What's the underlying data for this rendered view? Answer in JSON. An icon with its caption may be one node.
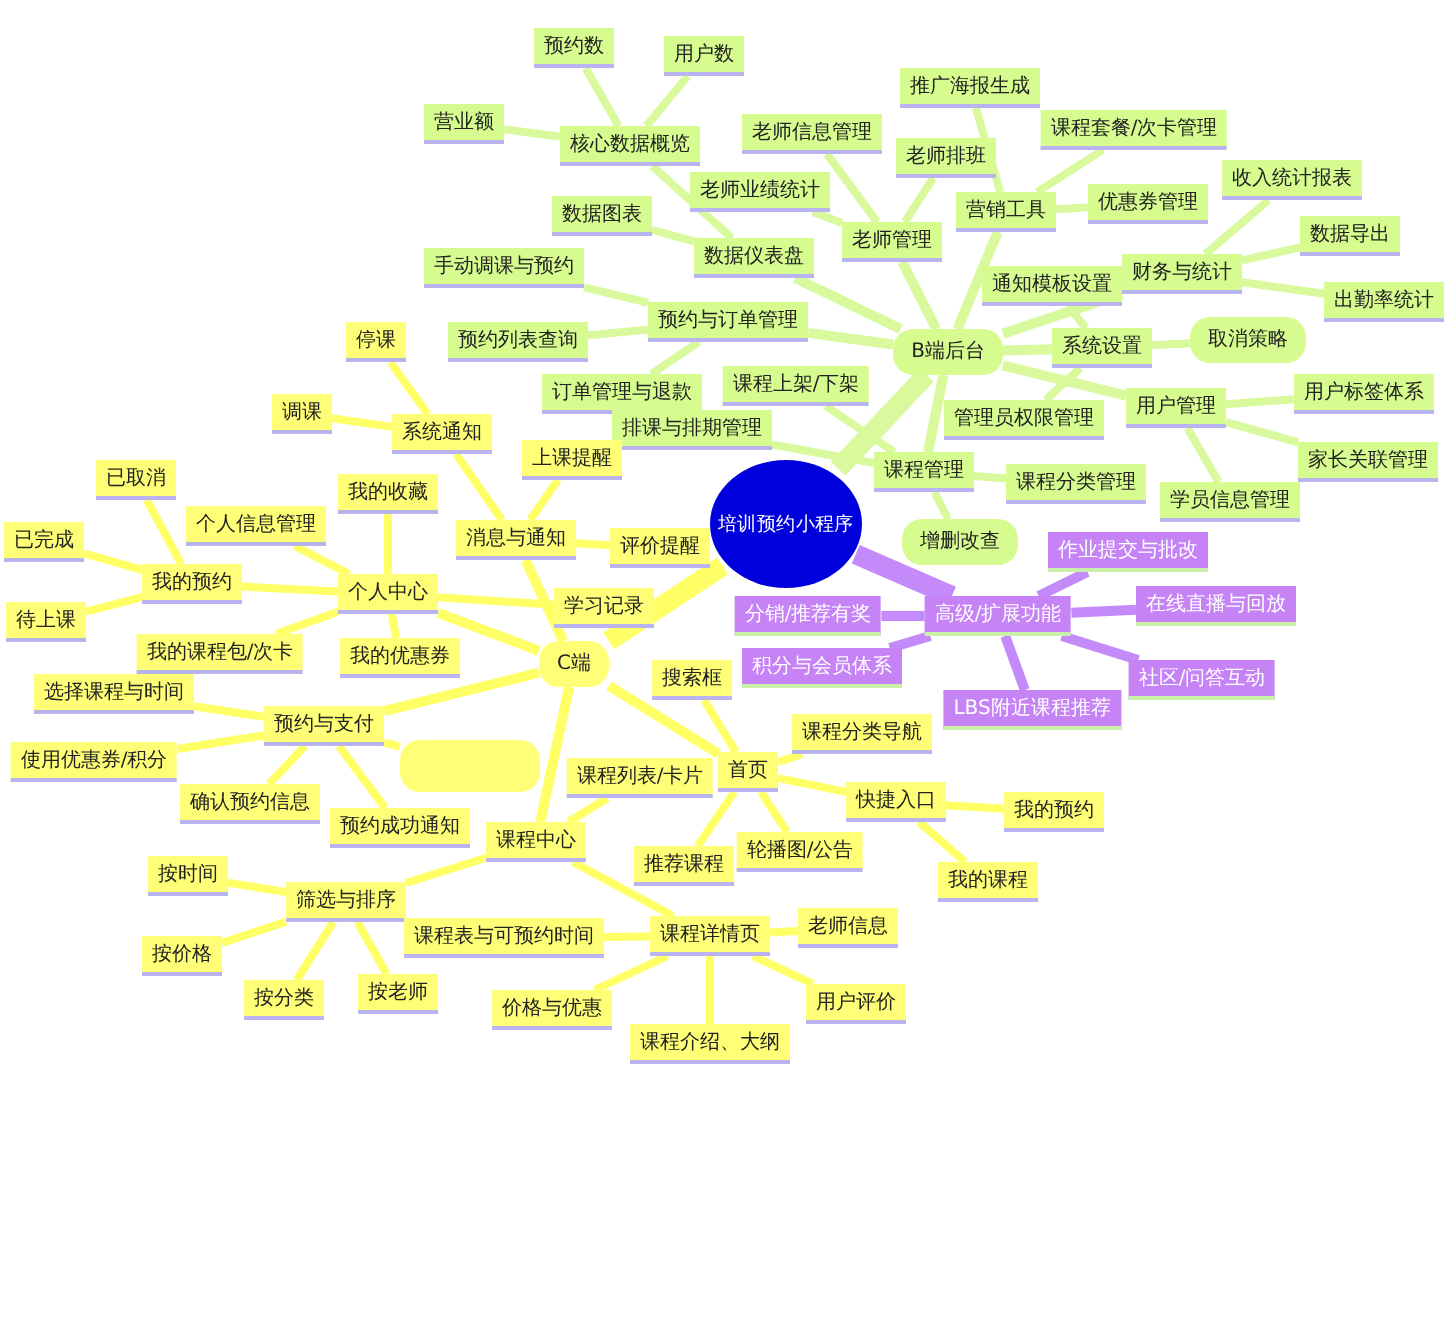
{
  "diagram": {
    "nodes": [
      {
        "text": [
          "培训预约小程序"
        ]
      },
      {
        "text": [
          "B端后台"
        ]
      },
      {
        "text": [
          "数据仪表盘"
        ]
      },
      {
        "text": [
          "数据图表"
        ]
      },
      {
        "text": [
          "核心数据概览"
        ]
      },
      {
        "text": [
          "营业额"
        ]
      },
      {
        "text": [
          "预约数"
        ]
      },
      {
        "text": [
          "用户数"
        ]
      },
      {
        "text": [
          "老师管理"
        ]
      },
      {
        "text": [
          "老师业绩统计"
        ]
      },
      {
        "text": [
          "老师信息管理"
        ]
      },
      {
        "text": [
          "老师排班"
        ]
      },
      {
        "text": [
          "营销工具"
        ]
      },
      {
        "text": [
          "推广海报生成"
        ]
      },
      {
        "text": [
          "课程套餐/次卡管理"
        ]
      },
      {
        "text": [
          "优惠券管理"
        ]
      },
      {
        "text": [
          "财务与统计"
        ]
      },
      {
        "text": [
          "收入统计报表"
        ]
      },
      {
        "text": [
          "数据导出"
        ]
      },
      {
        "text": [
          "出勤率统计"
        ]
      },
      {
        "text": [
          "系统设置"
        ]
      },
      {
        "text": [
          "通知模板设置"
        ]
      },
      {
        "text": [
          "取消策略"
        ]
      },
      {
        "text": [
          "管理员权限管理"
        ]
      },
      {
        "text": [
          "用户管理"
        ]
      },
      {
        "text": [
          "用户标签体系"
        ]
      },
      {
        "text": [
          "家长关联管理"
        ]
      },
      {
        "text": [
          "学员信息管理"
        ]
      },
      {
        "text": [
          "预约与订单管理"
        ]
      },
      {
        "text": [
          "手动调课与预约"
        ]
      },
      {
        "text": [
          "预约列表查询"
        ]
      },
      {
        "text": [
          "订单管理与退款"
        ]
      },
      {
        "text": [
          "课程管理"
        ]
      },
      {
        "text": [
          "课程上架/下架"
        ]
      },
      {
        "text": [
          "排课与排期管理"
        ]
      },
      {
        "text": [
          "课程分类管理"
        ]
      },
      {
        "text": [
          "增删改查"
        ]
      },
      {
        "text": [
          "C端"
        ]
      },
      {
        "text": [
          "消息与通知"
        ]
      },
      {
        "text": [
          "系统通知"
        ]
      },
      {
        "text": [
          "停课"
        ]
      },
      {
        "text": [
          "调课"
        ]
      },
      {
        "text": [
          "上课提醒"
        ]
      },
      {
        "text": [
          "评价提醒"
        ]
      },
      {
        "text": [
          "个人中心"
        ]
      },
      {
        "text": [
          "我的预约"
        ]
      },
      {
        "text": [
          "已取消"
        ]
      },
      {
        "text": [
          "已完成"
        ]
      },
      {
        "text": [
          "待上课"
        ]
      },
      {
        "text": [
          "个人信息管理"
        ]
      },
      {
        "text": [
          "我的收藏"
        ]
      },
      {
        "text": [
          "我的课程包/次卡"
        ]
      },
      {
        "text": [
          "我的优惠券"
        ]
      },
      {
        "text": [
          "学习记录"
        ]
      },
      {
        "text": [
          "预约与支付"
        ]
      },
      {
        "text": [
          "选择课程与时间"
        ]
      },
      {
        "text": [
          "使用优惠券/积分"
        ]
      },
      {
        "text": [
          "确认预约信息"
        ]
      },
      {
        "text": [
          "预约成功通知"
        ]
      },
      {
        "text": [],
        "shape": "box"
      },
      {
        "text": [
          "课程中心"
        ]
      },
      {
        "text": [
          "课程列表/卡片"
        ]
      },
      {
        "text": [
          "筛选与排序"
        ]
      },
      {
        "text": [
          "按时间"
        ]
      },
      {
        "text": [
          "按价格"
        ]
      },
      {
        "text": [
          "按分类"
        ]
      },
      {
        "text": [
          "按老师"
        ]
      },
      {
        "text": [
          "课程详情页"
        ]
      },
      {
        "text": [
          "课程表与可预约时间"
        ]
      },
      {
        "text": [
          "价格与优惠"
        ]
      },
      {
        "text": [
          "课程介绍、大纲"
        ]
      },
      {
        "text": [
          "用户评价"
        ]
      },
      {
        "text": [
          "老师信息"
        ]
      },
      {
        "text": [
          "首页"
        ]
      },
      {
        "text": [
          "搜索框"
        ]
      },
      {
        "text": [
          "课程分类导航"
        ]
      },
      {
        "text": [
          "快捷入口"
        ]
      },
      {
        "text": [
          "我的预约"
        ]
      },
      {
        "text": [
          "我的课程"
        ]
      },
      {
        "text": [
          "轮播图/公告"
        ]
      },
      {
        "text": [
          "推荐课程"
        ]
      },
      {
        "text": [
          "高级/扩展功能"
        ]
      },
      {
        "text": [
          "作业提交与批改"
        ]
      },
      {
        "text": [
          "在线直播与回放"
        ]
      },
      {
        "text": [
          "社区/问答互动"
        ]
      },
      {
        "text": [
          "LBS附近课程推荐"
        ]
      },
      {
        "text": [
          "积分与会员体系"
        ]
      },
      {
        "text": [
          "分销/推荐有奖"
        ]
      }
    ],
    "edges": [
      {
        "from": 0,
        "to": 1,
        "arrow": "none",
        "style": "thick",
        "color": "#d9f99d"
      },
      {
        "from": 0,
        "to": 37,
        "arrow": "none",
        "style": "thick"
      },
      {
        "from": 0,
        "to": 81,
        "arrow": "none",
        "style": "thick",
        "color": "#c58af9"
      },
      {
        "from": 1,
        "to": 2,
        "arrow": "none",
        "color": "#d9f99d"
      },
      {
        "from": 2,
        "to": 3,
        "arrow": "none",
        "color": "#d9f99d"
      },
      {
        "from": 2,
        "to": 4,
        "arrow": "none",
        "color": "#d9f99d"
      },
      {
        "from": 4,
        "to": 5,
        "arrow": "none",
        "color": "#d9f99d"
      },
      {
        "from": 4,
        "to": 6,
        "arrow": "none",
        "color": "#d9f99d"
      },
      {
        "from": 4,
        "to": 7,
        "arrow": "none",
        "color": "#d9f99d"
      },
      {
        "from": 1,
        "to": 8,
        "arrow": "none",
        "color": "#d9f99d"
      },
      {
        "from": 8,
        "to": 9,
        "arrow": "none",
        "color": "#d9f99d"
      },
      {
        "from": 8,
        "to": 10,
        "arrow": "none",
        "color": "#d9f99d"
      },
      {
        "from": 8,
        "to": 11,
        "arrow": "none",
        "color": "#d9f99d"
      },
      {
        "from": 1,
        "to": 12,
        "arrow": "none",
        "color": "#d9f99d"
      },
      {
        "from": 12,
        "to": 13,
        "arrow": "none",
        "color": "#d9f99d"
      },
      {
        "from": 12,
        "to": 14,
        "arrow": "none",
        "color": "#d9f99d"
      },
      {
        "from": 12,
        "to": 15,
        "arrow": "none",
        "color": "#d9f99d"
      },
      {
        "from": 1,
        "to": 16,
        "arrow": "none",
        "color": "#d9f99d"
      },
      {
        "from": 16,
        "to": 17,
        "arrow": "none",
        "color": "#d9f99d"
      },
      {
        "from": 16,
        "to": 18,
        "arrow": "none",
        "color": "#d9f99d"
      },
      {
        "from": 16,
        "to": 19,
        "arrow": "none",
        "color": "#d9f99d"
      },
      {
        "from": 1,
        "to": 20,
        "arrow": "none",
        "color": "#d9f99d"
      },
      {
        "from": 20,
        "to": 21,
        "arrow": "none",
        "color": "#d9f99d"
      },
      {
        "from": 20,
        "to": 22,
        "arrow": "none",
        "color": "#d9f99d"
      },
      {
        "from": 20,
        "to": 23,
        "arrow": "none",
        "color": "#d9f99d"
      },
      {
        "from": 1,
        "to": 24,
        "arrow": "none",
        "color": "#d9f99d"
      },
      {
        "from": 24,
        "to": 25,
        "arrow": "none",
        "color": "#d9f99d"
      },
      {
        "from": 24,
        "to": 26,
        "arrow": "none",
        "color": "#d9f99d"
      },
      {
        "from": 24,
        "to": 27,
        "arrow": "none",
        "color": "#d9f99d"
      },
      {
        "from": 1,
        "to": 28,
        "arrow": "none",
        "color": "#d9f99d"
      },
      {
        "from": 28,
        "to": 29,
        "arrow": "none",
        "color": "#d9f99d"
      },
      {
        "from": 28,
        "to": 30,
        "arrow": "none",
        "color": "#d9f99d"
      },
      {
        "from": 28,
        "to": 31,
        "arrow": "none",
        "color": "#d9f99d"
      },
      {
        "from": 1,
        "to": 32,
        "arrow": "none",
        "color": "#d9f99d"
      },
      {
        "from": 32,
        "to": 33,
        "arrow": "none",
        "color": "#d9f99d"
      },
      {
        "from": 32,
        "to": 34,
        "arrow": "none",
        "color": "#d9f99d"
      },
      {
        "from": 32,
        "to": 35,
        "arrow": "none",
        "color": "#d9f99d"
      },
      {
        "from": 32,
        "to": 36,
        "arrow": "none",
        "color": "#d9f99d"
      },
      {
        "from": 37,
        "to": 38,
        "arrow": "none"
      },
      {
        "from": 38,
        "to": 39,
        "arrow": "none"
      },
      {
        "from": 39,
        "to": 40,
        "arrow": "none"
      },
      {
        "from": 39,
        "to": 41,
        "arrow": "none"
      },
      {
        "from": 38,
        "to": 42,
        "arrow": "none"
      },
      {
        "from": 38,
        "to": 43,
        "arrow": "none"
      },
      {
        "from": 37,
        "to": 44,
        "arrow": "none"
      },
      {
        "from": 44,
        "to": 45,
        "arrow": "none"
      },
      {
        "from": 45,
        "to": 46,
        "arrow": "none"
      },
      {
        "from": 45,
        "to": 47,
        "arrow": "none"
      },
      {
        "from": 45,
        "to": 48,
        "arrow": "none"
      },
      {
        "from": 44,
        "to": 49,
        "arrow": "none"
      },
      {
        "from": 44,
        "to": 50,
        "arrow": "none"
      },
      {
        "from": 44,
        "to": 51,
        "arrow": "none"
      },
      {
        "from": 44,
        "to": 52,
        "arrow": "none"
      },
      {
        "from": 44,
        "to": 53,
        "arrow": "none"
      },
      {
        "from": 37,
        "to": 54,
        "arrow": "none"
      },
      {
        "from": 54,
        "to": 55,
        "arrow": "none"
      },
      {
        "from": 54,
        "to": 56,
        "arrow": "none"
      },
      {
        "from": 54,
        "to": 57,
        "arrow": "none"
      },
      {
        "from": 54,
        "to": 58,
        "arrow": "none"
      },
      {
        "from": 54,
        "to": 59,
        "arrow": "none"
      },
      {
        "from": 37,
        "to": 60,
        "arrow": "none"
      },
      {
        "from": 60,
        "to": 61,
        "arrow": "none"
      },
      {
        "from": 60,
        "to": 62,
        "arrow": "none"
      },
      {
        "from": 62,
        "to": 63,
        "arrow": "none"
      },
      {
        "from": 62,
        "to": 64,
        "arrow": "none"
      },
      {
        "from": 62,
        "to": 65,
        "arrow": "none"
      },
      {
        "from": 62,
        "to": 66,
        "arrow": "none"
      },
      {
        "from": 60,
        "to": 67,
        "arrow": "none"
      },
      {
        "from": 67,
        "to": 68,
        "arrow": "none"
      },
      {
        "from": 67,
        "to": 69,
        "arrow": "none"
      },
      {
        "from": 67,
        "to": 70,
        "arrow": "none"
      },
      {
        "from": 67,
        "to": 71,
        "arrow": "none"
      },
      {
        "from": 67,
        "to": 72,
        "arrow": "none"
      },
      {
        "from": 37,
        "to": 73,
        "arrow": "none"
      },
      {
        "from": 73,
        "to": 74,
        "arrow": "none"
      },
      {
        "from": 73,
        "to": 75,
        "arrow": "none"
      },
      {
        "from": 73,
        "to": 76,
        "arrow": "none"
      },
      {
        "from": 76,
        "to": 77,
        "arrow": "none"
      },
      {
        "from": 76,
        "to": 78,
        "arrow": "none"
      },
      {
        "from": 73,
        "to": 79,
        "arrow": "none"
      },
      {
        "from": 73,
        "to": 80,
        "arrow": "none"
      },
      {
        "from": 81,
        "to": 82,
        "arrow": "none",
        "color": "#c58af9"
      },
      {
        "from": 81,
        "to": 83,
        "arrow": "none",
        "color": "#c58af9"
      },
      {
        "from": 81,
        "to": 84,
        "arrow": "none",
        "color": "#c58af9"
      },
      {
        "from": 81,
        "to": 85,
        "arrow": "none",
        "color": "#c58af9"
      },
      {
        "from": 81,
        "to": 86,
        "arrow": "none",
        "color": "#c58af9"
      },
      {
        "from": 81,
        "to": 87,
        "arrow": "none",
        "color": "#c58af9"
      }
    ]
  }
}
